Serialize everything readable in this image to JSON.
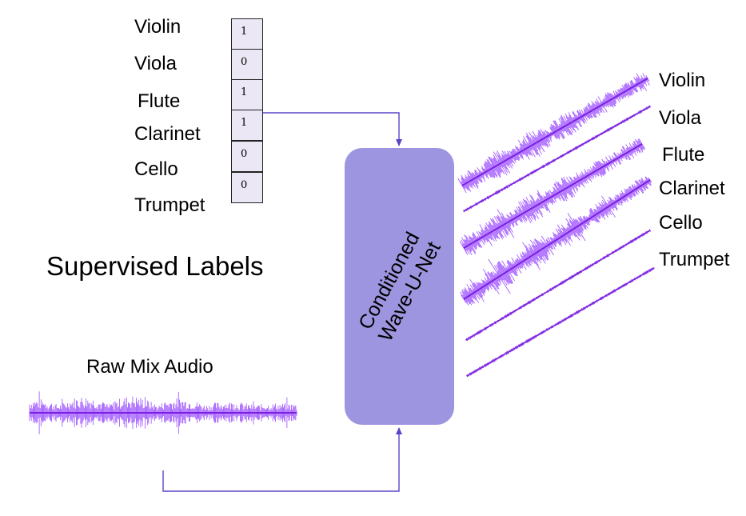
{
  "instruments": [
    "Violin",
    "Viola",
    "Flute",
    "Clarinet",
    "Cello",
    "Trumpet"
  ],
  "onehot_values": [
    "1",
    "0",
    "1",
    "1",
    "0",
    "0"
  ],
  "supervised_title": "Supervised Labels",
  "raw_mix_label": "Raw Mix Audio",
  "network": {
    "line1": "Conditioned",
    "line2": "Wave-U-Net"
  },
  "outputs": [
    {
      "label": "Violin",
      "active": true
    },
    {
      "label": "Viola",
      "active": false
    },
    {
      "label": "Flute",
      "active": true
    },
    {
      "label": "Clarinet",
      "active": true
    },
    {
      "label": "Cello",
      "active": false
    },
    {
      "label": "Trumpet",
      "active": false
    }
  ],
  "colors": {
    "waveform": "#7a1fe0",
    "waveform_light": "#9b4dff",
    "network_fill": "#9e95e0",
    "arrow": "#5b43c9",
    "onehot_fill": "#ebe7f5"
  }
}
